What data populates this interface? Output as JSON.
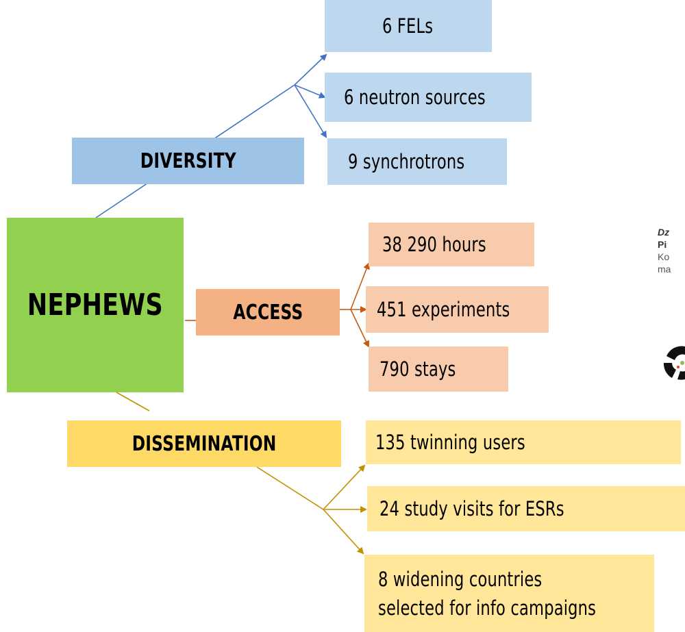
{
  "hub": {
    "label": "NEPHEWS"
  },
  "categories": {
    "diversity": "DIVERSITY",
    "access": "ACCESS",
    "dissemination": "DISSEMINATION"
  },
  "diversity_items": [
    "6 FELs",
    "6 neutron sources",
    "9 synchrotrons"
  ],
  "access_items": [
    "38 290 hours",
    "451 experiments",
    "790 stays"
  ],
  "dissemination_items": [
    "135 twinning users",
    "24 study visits for ESRs",
    [
      "8 widening countries",
      "selected for info campaigns"
    ]
  ],
  "side_fragments": [
    "Dz",
    "Pi",
    "Ko",
    "ma"
  ],
  "colors": {
    "hub": "#92d050",
    "diversity_dark": "#9dc3e6",
    "diversity_light": "#bdd7ee",
    "diversity_line": "#4472c4",
    "access_dark": "#f4b183",
    "access_light": "#f8cbad",
    "access_line": "#c55a11",
    "dissemination_dark": "#ffd966",
    "dissemination_light": "#ffe699",
    "dissemination_line": "#bf9000"
  }
}
